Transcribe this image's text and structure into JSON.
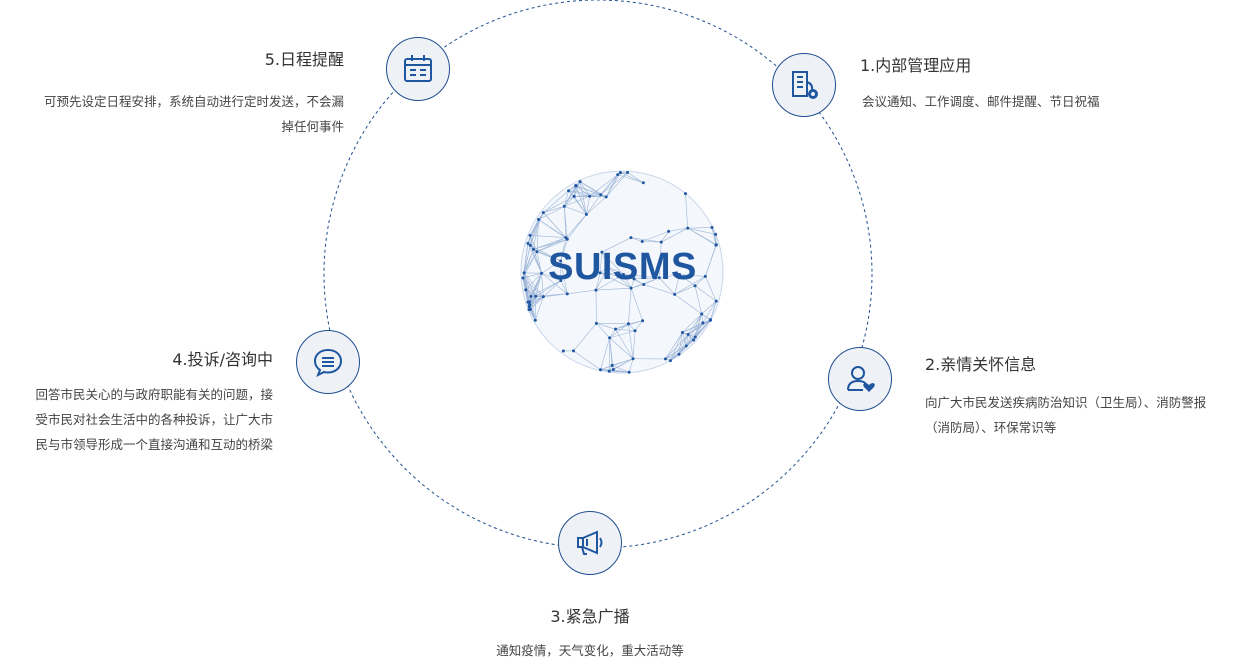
{
  "center": {
    "label": "SUISMS"
  },
  "colors": {
    "accent": "#1f4f91",
    "node_bg": "#eef2f7",
    "text": "#333333"
  },
  "nodes": [
    {
      "icon": "building-gear-icon",
      "title": "1.内部管理应用",
      "desc": "会议通知、工作调度、邮件提醒、节日祝福"
    },
    {
      "icon": "user-heart-icon",
      "title": "2.亲情关怀信息",
      "desc_lines": [
        "向广大市民发送疾病防治知识（卫生局）、消防警报",
        "（消防局）、环保常识等"
      ]
    },
    {
      "icon": "megaphone-icon",
      "title": "3.紧急广播",
      "desc": "通知疫情，天气变化，重大活动等"
    },
    {
      "icon": "chat-bubble-icon",
      "title": "4.投诉/咨询中",
      "desc_lines": [
        "回答市民关心的与政府职能有关的问题，接",
        "受市民对社会生活中的各种投诉，让广大市",
        "民与市领导形成一个直接沟通和互动的桥梁"
      ]
    },
    {
      "icon": "calendar-icon",
      "title": "5.日程提醒",
      "desc_lines": [
        "可预先设定日程安排，系统自动进行定时发送，不会漏",
        "掉任何事件"
      ]
    }
  ]
}
